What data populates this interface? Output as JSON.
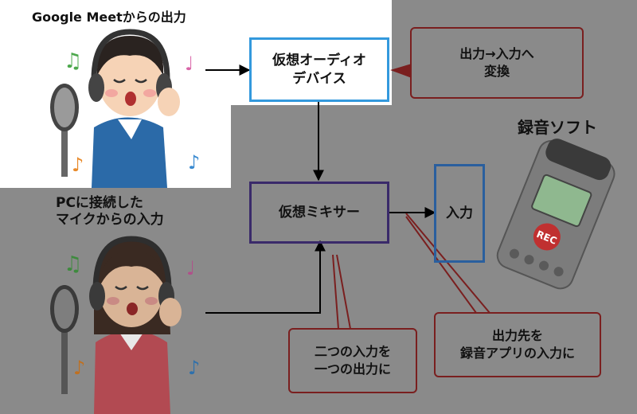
{
  "colors": {
    "background": "#8a8a8a",
    "panel": "#ffffff",
    "device_box_border": "#3399dd",
    "mixer_box_border": "#3a2a6a",
    "input_box_border": "#2a5f9e",
    "callout_border": "#7a1f1f"
  },
  "labels": {
    "meet_output": "Google Meetからの出力",
    "pc_mic_line1": "PCに接続した",
    "pc_mic_line2": "マイクからの入力",
    "recorder_title": "録音ソフト",
    "rec_badge": "REC"
  },
  "nodes": {
    "virtual_device_line1": "仮想オーディオ",
    "virtual_device_line2": "デバイス",
    "virtual_mixer": "仮想ミキサー",
    "input": "入力"
  },
  "callouts": {
    "convert_line1": "出力→入力へ",
    "convert_line2": "変換",
    "merge_line1": "二つの入力を",
    "merge_line2": "一つの出力に",
    "route_line1": "出力先を",
    "route_line2": "録音アプリの入力に"
  },
  "icons": {
    "singer_top": "headphone-singer-man-illustration",
    "singer_bottom": "headphone-singer-woman-illustration",
    "recorder": "voice-recorder-illustration",
    "note": "music-note-icon"
  }
}
